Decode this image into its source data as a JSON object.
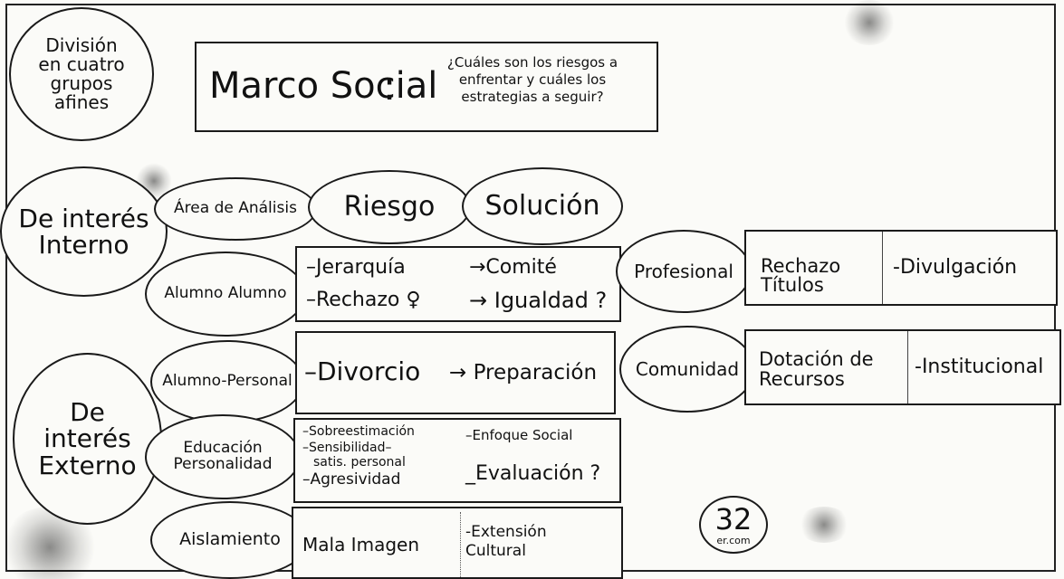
{
  "header": {
    "division": "División en cuatro grupos afines",
    "marco_title": "Marco Social",
    "marco_colon": ":",
    "question": "¿Cuáles son los riesgos a enfrentar y cuáles los estrategias a seguir?"
  },
  "groups": {
    "internal": "De interés Interno",
    "external": "De interés Externo"
  },
  "columns": {
    "area": "Área de Análisis",
    "riesgo": "Riesgo",
    "solucion": "Solución"
  },
  "rows": {
    "alumno_alumno": {
      "label": "Alumno Alumno",
      "risk1": "–Jerarquía",
      "sol1": "→Comité",
      "risk2": "–Rechazo ♀",
      "sol2": "→ Igualdad ?"
    },
    "alumno_personal": {
      "label": "Alumno-Personal",
      "risk": "–Divorcio",
      "sol": "→ Preparación"
    },
    "educacion": {
      "label": "Educación Personalidad",
      "r1": "–Sobreestimación",
      "s1": "–Enfoque Social",
      "r2": "–Sensibilidad–",
      "r3": "satis. personal",
      "r4": "–Agresividad",
      "s2": "_Evaluación ?"
    },
    "aislamiento": {
      "label": "Aislamiento",
      "risk": "Mala Imagen",
      "sol": "-Extensión Cultural"
    }
  },
  "external": {
    "profesional": {
      "label": "Profesional",
      "risk": "Rechazo Títulos",
      "sol": "-Divulgación"
    },
    "comunidad": {
      "label": "Comunidad",
      "risk": "Dotación de Recursos",
      "sol": "-Institucional"
    }
  },
  "page_number": "32",
  "watermark": "er.com"
}
